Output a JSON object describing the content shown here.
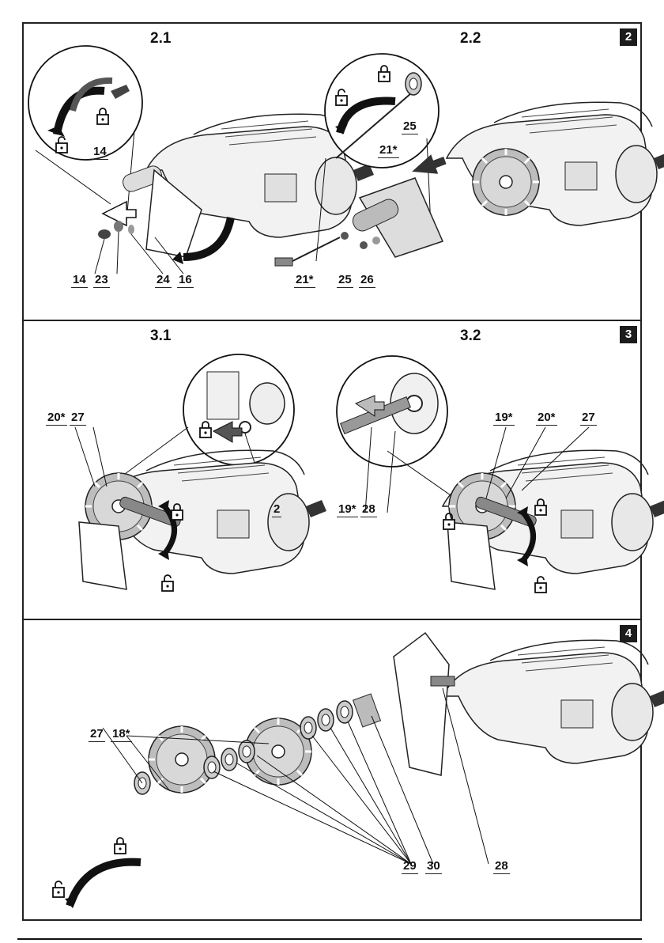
{
  "page": {
    "section_badges": [
      "2",
      "3",
      "4"
    ],
    "figure_titles": [
      "2.1",
      "2.2",
      "3.1",
      "3.2"
    ]
  },
  "callouts": {
    "fig_2_1": [
      "14",
      "14",
      "23",
      "24",
      "16"
    ],
    "fig_2_2": [
      "25",
      "21*",
      "21*",
      "25",
      "26"
    ],
    "fig_3_1": [
      "20*",
      "27",
      "2"
    ],
    "fig_3_2": [
      "19*",
      "20*",
      "27",
      "19*",
      "28"
    ],
    "fig_4": [
      "27",
      "18*",
      "29",
      "30",
      "28"
    ]
  },
  "icons": [
    "lock-closed-icon",
    "lock-open-icon",
    "rotation-arrow-icon",
    "push-arrow-icon"
  ]
}
